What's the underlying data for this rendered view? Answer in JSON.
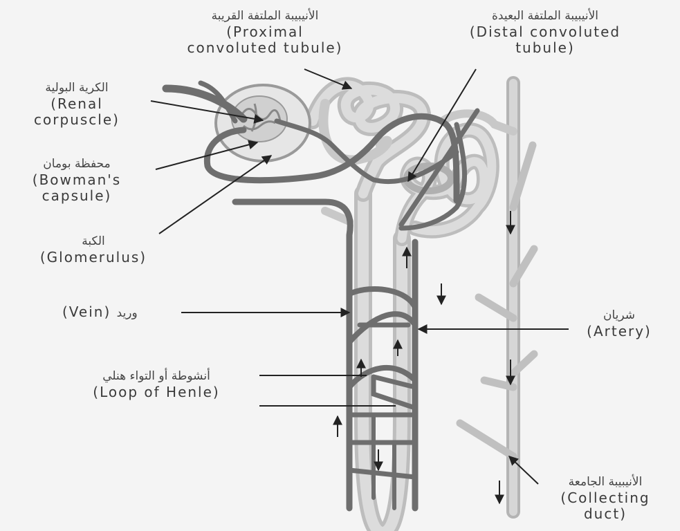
{
  "labels": {
    "proximal": {
      "ar": "الأنيبيبة الملتفة القريبة",
      "en1": "(Proximal",
      "en2": "convoluted tubule)"
    },
    "distal": {
      "ar": "الأنيبيبة الملتفة البعيدة",
      "en1": "(Distal convoluted",
      "en2": "tubule)"
    },
    "renal": {
      "ar": "الكرية البولية",
      "en1": "(Renal",
      "en2": "corpuscle)"
    },
    "bowman": {
      "ar": "محفظة بومان",
      "en1": "(Bowman's",
      "en2": "capsule)"
    },
    "glomerulus": {
      "ar": "الكبة",
      "en1": "(Glomerulus)"
    },
    "vein": {
      "en": "(Vein)",
      "ar": "وريد"
    },
    "artery": {
      "ar": "شريان",
      "en1": "(Artery)"
    },
    "loop": {
      "ar": "أنشوطة أو التواء هنلي",
      "en1": "(Loop of Henle)"
    },
    "collecting": {
      "ar": "الأنيبيبة الجامعة",
      "en1": "(Collecting",
      "en2": "duct)"
    }
  }
}
